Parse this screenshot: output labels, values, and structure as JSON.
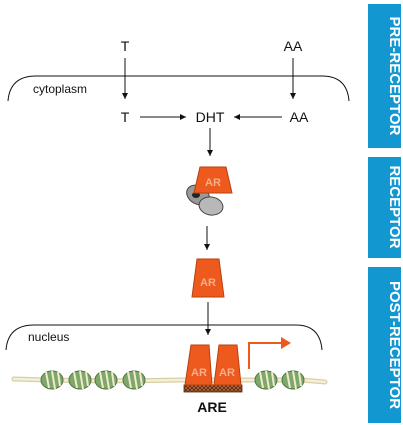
{
  "labels": {
    "t_top": "T",
    "aa_top": "AA",
    "cytoplasm": "cytoplasm",
    "t_mid": "T",
    "dht": "DHT",
    "aa_mid": "AA",
    "nucleus": "nucleus",
    "are": "ARE"
  },
  "receptor_label": "AR",
  "side_bars": [
    {
      "label": "PRE-RECEPTOR"
    },
    {
      "label": "RECEPTOR"
    },
    {
      "label": "POST-RECEPTOR"
    }
  ],
  "colors": {
    "bar": "#1297d0",
    "receptor": "#ee5a1d",
    "receptor_dark": "#a83a0c",
    "transcription_arrow": "#ee5a1d",
    "nucleosome": "#7ea86a",
    "dna": "#efe6c3"
  }
}
